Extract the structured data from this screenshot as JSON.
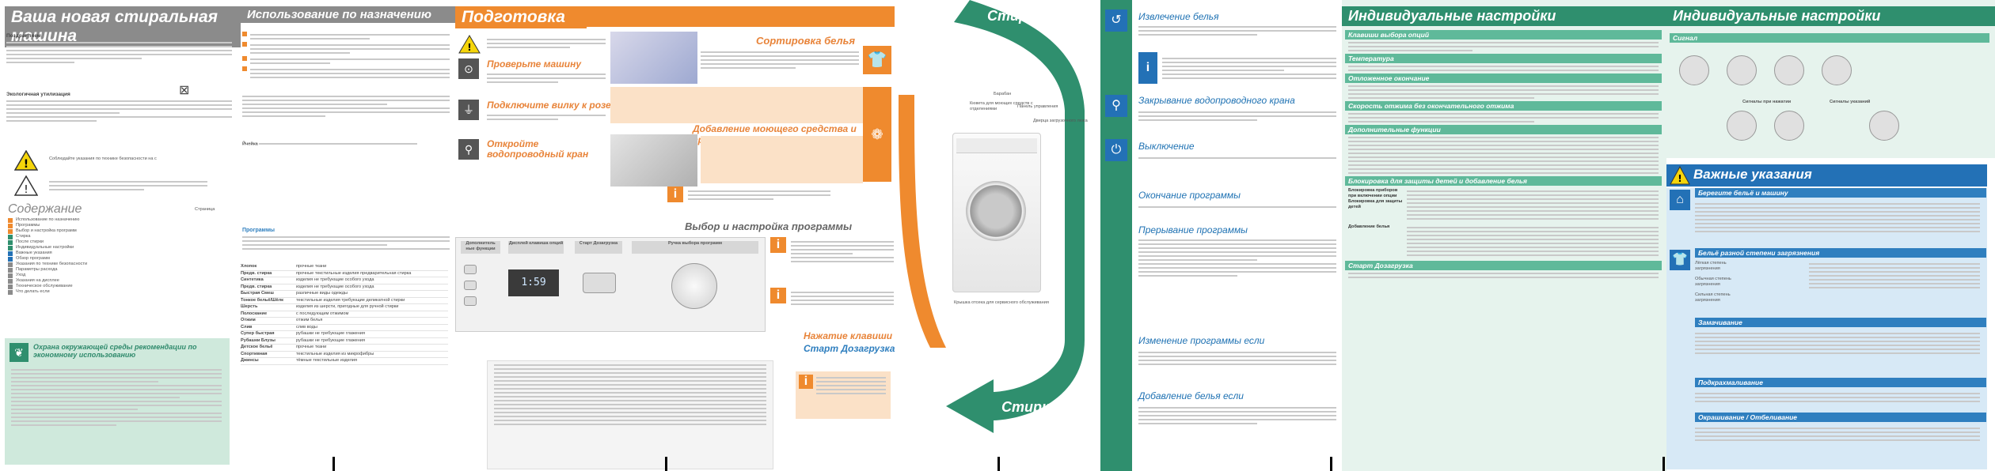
{
  "colors": {
    "gray_band": "#8b8b8b",
    "orange": "#ef8a2e",
    "green": "#2f8f6e",
    "light_green": "#cfe9dc",
    "blue": "#2371b6",
    "teal_panel": "#d8efe6",
    "light_blue": "#d7e9f6"
  },
  "panel1": {
    "title": "Ваша новая стиральная машина",
    "intro_label": "Поздравляем",
    "eco_title": "Экологичная утилизация",
    "warning_note": "Соблюдайте указания по технике безопасности на с",
    "contents_title": "Содержание",
    "contents_page_label": "Страница",
    "contents": [
      "Использование по назначению",
      "Программы",
      "Выбор и настройка программ",
      "Стирка",
      "После стирки",
      "Индивидуальные настройки",
      "Важные указания",
      "Обзор программ",
      "Указания по технике безопасности",
      "Параметры расхода",
      "Уход",
      "Указания на дисплее",
      "Техническое обслуживание",
      "Что делать если"
    ],
    "env_title": "Охрана окружающей среды рекомендации по экономному использованию"
  },
  "panel2": {
    "title": "Использование по назначению",
    "programs_title": "Программы",
    "programs": [
      {
        "name": "Хлопок",
        "desc": "прочные ткани"
      },
      {
        "name": "Предв. стирка",
        "desc": "прочные текстильные изделия предварительная стирка"
      },
      {
        "name": "Синтетика",
        "desc": "изделия не требующие особого ухода"
      },
      {
        "name": "Предв. стирка",
        "desc": "изделия не требующие особого ухода"
      },
      {
        "name": "Быстрая Смеш",
        "desc": "различные виды одежды"
      },
      {
        "name": "Тонкое бельё/Шёлк",
        "desc": "текстильные изделия требующие деликатной стирки"
      },
      {
        "name": "Шерсть",
        "desc": "изделия из шерсти, пригодные для ручной стирки"
      },
      {
        "name": "Полоскание",
        "desc": "с последующим отжимом"
      },
      {
        "name": "Отжим",
        "desc": "отжим белья"
      },
      {
        "name": "Слив",
        "desc": "слив воды"
      },
      {
        "name": "Супер быстрая",
        "desc": "рубашки не требующие глажения"
      },
      {
        "name": "Рубашки Блузы",
        "desc": "рубашки не требующие глажения"
      },
      {
        "name": "Детское бельё",
        "desc": "прочные ткани"
      },
      {
        "name": "Спортивная",
        "desc": "текстильные изделия из микрофибры"
      },
      {
        "name": "Джинсы",
        "desc": "тёмные текстильные изделия"
      }
    ]
  },
  "panel3": {
    "title": "Подготовка",
    "check_title": "Проверьте машину",
    "plug_title": "Подключите вилку к розетке",
    "tap_title": "Откройте водопроводный кран",
    "sort_title": "Сортировка белья",
    "detergent_title": "Добавление моющего средства и средства по уходу",
    "select_title": "Выбор и настройка программы",
    "press_title": "Нажатие клавиши",
    "start_label": "Старт Дозагрузка",
    "panel_labels": {
      "extra": "Дополнитель ные функции",
      "display": "Дисплей клавиша опций",
      "start": "Старт Дозагрузка",
      "knob": "Ручка выбора программ"
    },
    "display_readout": "1:59"
  },
  "panel4": {
    "top_arrow": "Стирка",
    "bottom_arrow": "Стирка",
    "labels": {
      "drawer": "Кювета для моющих средств с отделениями",
      "drum": "Барабан",
      "control_panel": "Панель управления",
      "door": "Дверца загрузочного люка",
      "hatch": "Крышка отсека для сервисного обслуживания"
    }
  },
  "panel5": {
    "remove_title": "Извлечение белья",
    "close_tap_title": "Закрывание водопроводного крана",
    "off_title": "Выключение",
    "end_title": "Окончание программы",
    "interrupt_title": "Прерывание программы",
    "change_title": "Изменение программы если",
    "add_title": "Добавление белья если"
  },
  "panel6": {
    "title": "Индивидуальные настройки",
    "sections": [
      "Клавиши выбора опций",
      "Температура",
      "Отложенное окончание",
      "Скорость отжима без окончательного отжима",
      "Дополнительные функции",
      "Блокировка для защиты детей и добавление белья",
      "Старт Дозагрузка"
    ],
    "child_lock_label": "Блокировка приборов при включении опции Блокировка для защиты детей",
    "add_laundry_label": "Добавление белья"
  },
  "panel7": {
    "title": "Индивидуальные настройки",
    "signal_title": "Сигнал",
    "signal_label": "Сигналы при нажатии",
    "signal_label2": "Сигналы указаний",
    "important_title": "Важные указания",
    "sections": [
      "Берегите бельё и машину",
      "Бельё разной степени загрязнения",
      "Замачивание",
      "Подкрахмаливание",
      "Окрашивание / Отбеливание"
    ],
    "load_light": "Лёгкая степень загрязнения",
    "load_normal": "Обычная степень загрязнения",
    "load_heavy": "Сильная степень загрязнения"
  }
}
